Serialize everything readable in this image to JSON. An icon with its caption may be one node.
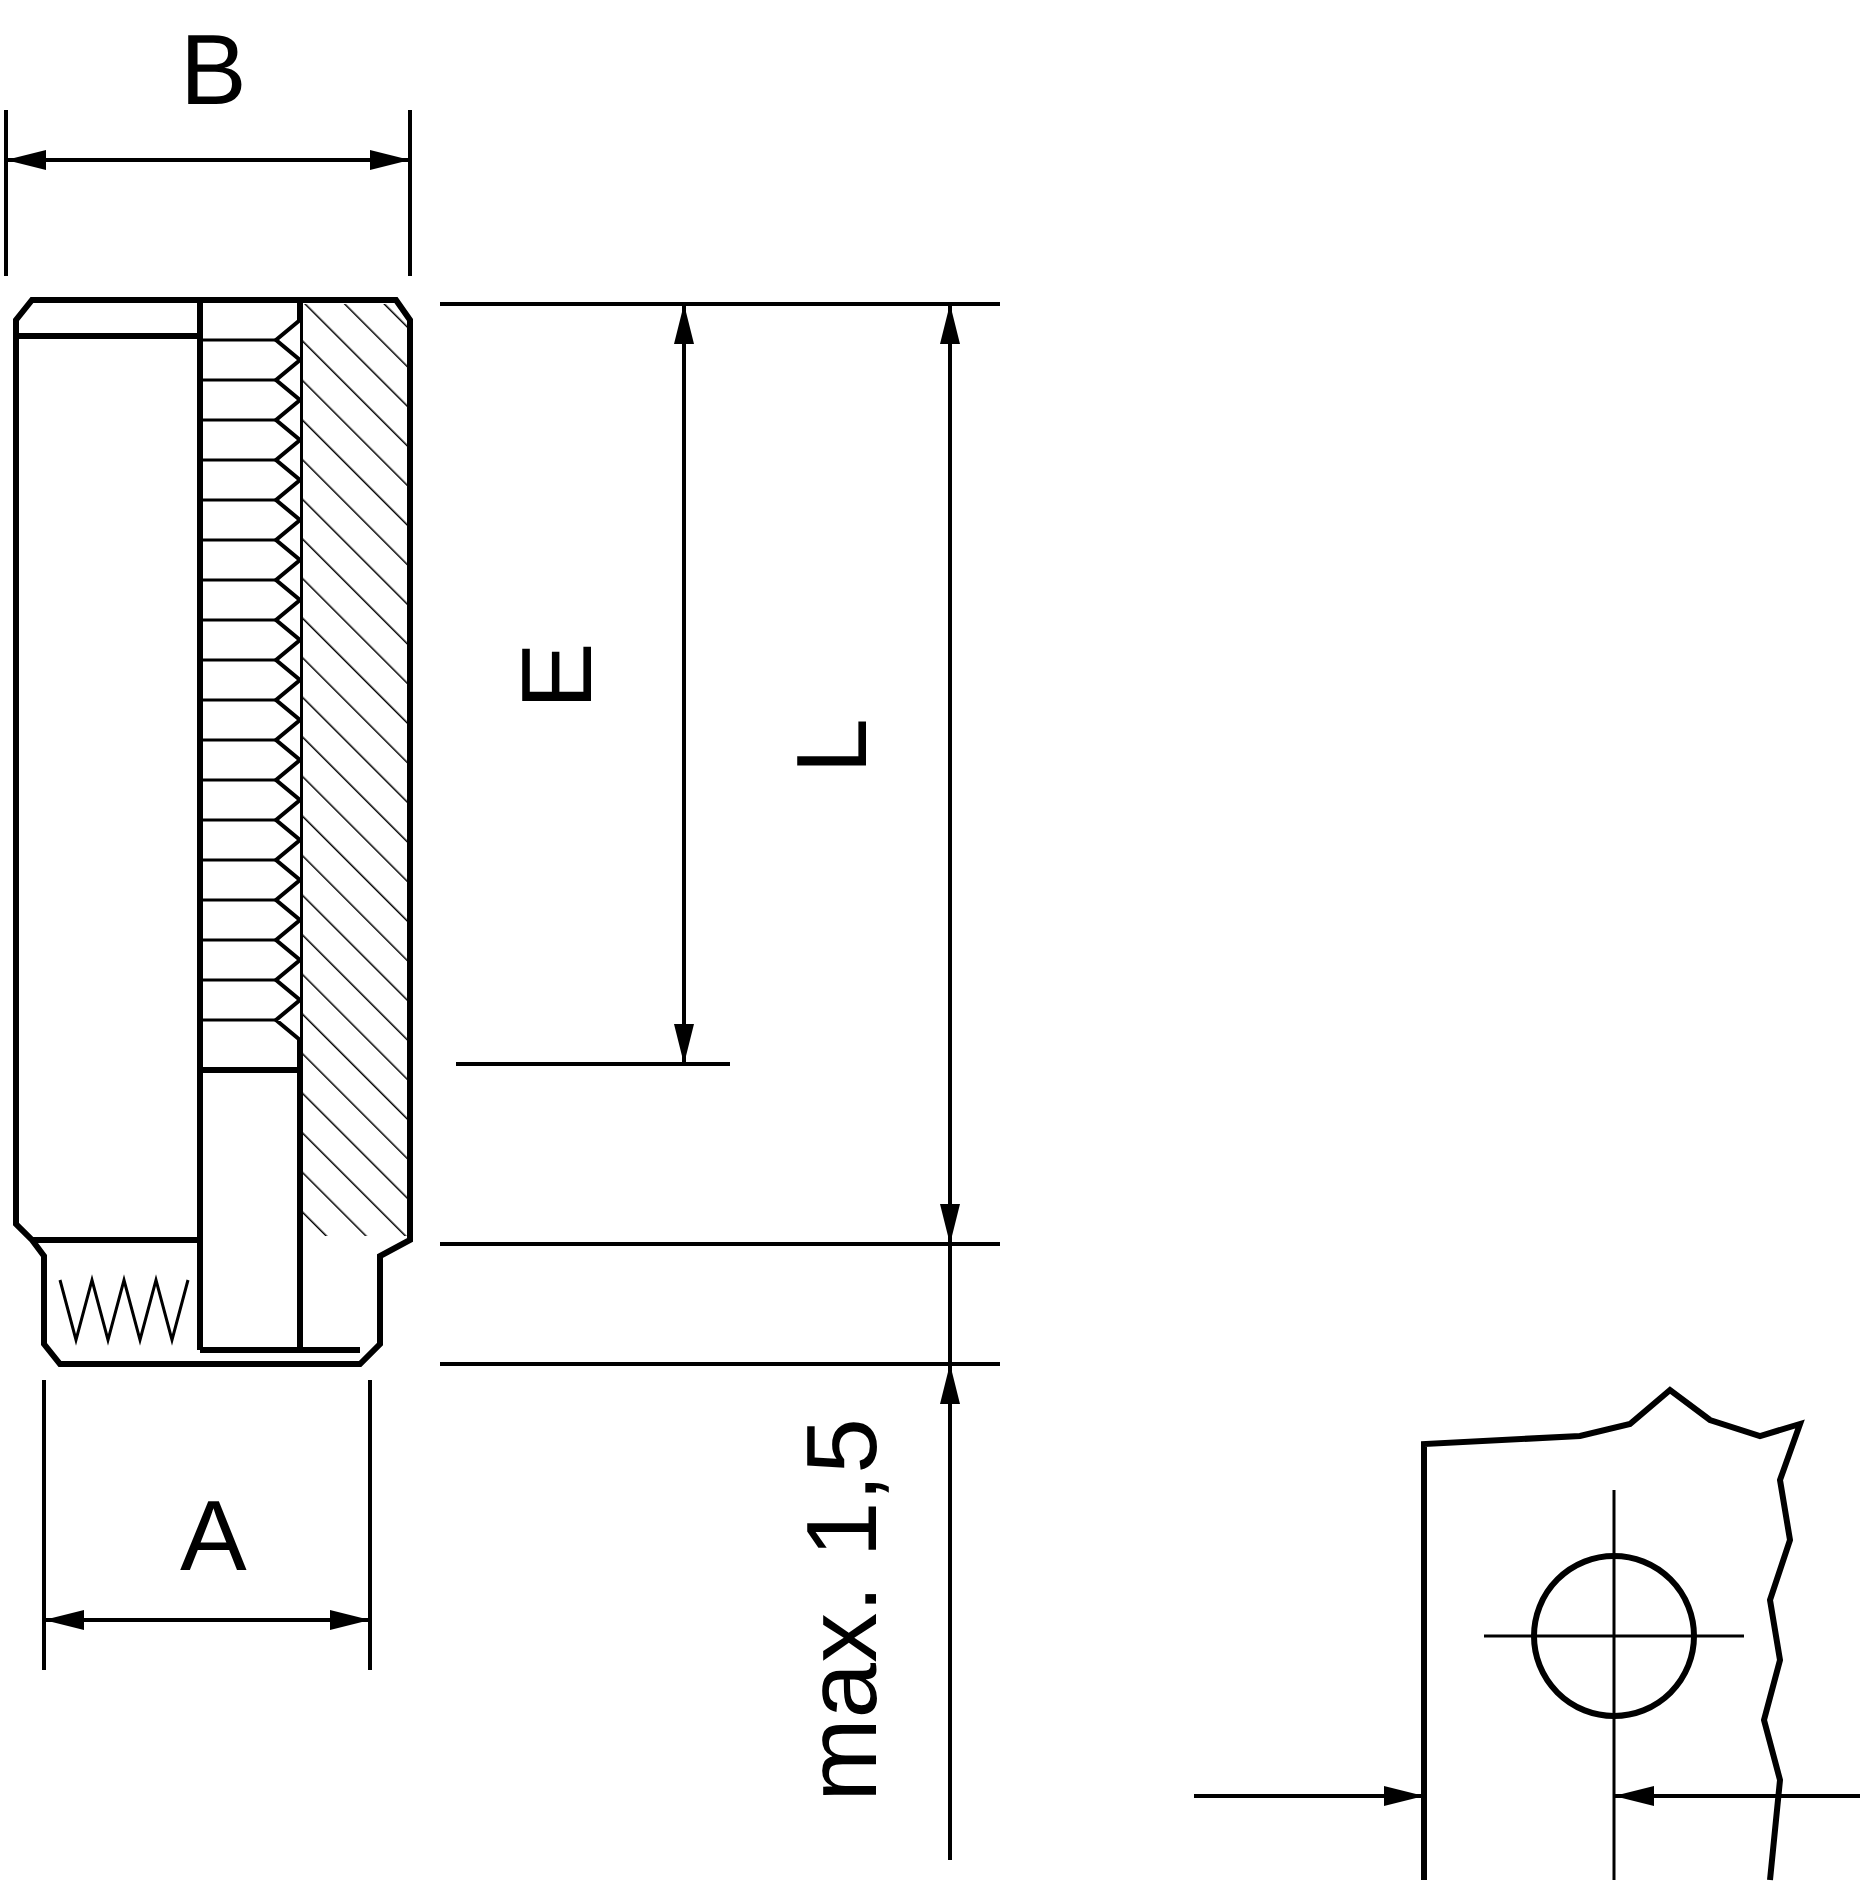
{
  "diagram": {
    "labels": [
      "B",
      "E",
      "L",
      "A",
      "max. 1,5"
    ]
  }
}
